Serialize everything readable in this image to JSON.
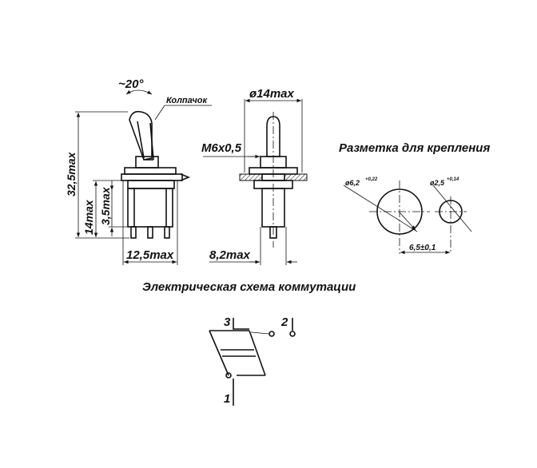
{
  "labels": {
    "angle": "~20°",
    "cap": "Колпачок",
    "height_total": "32,5max",
    "height_body": "14max",
    "height_small": "3,5max",
    "width_front": "12,5max",
    "diameter_top": "ø14max",
    "thread": "M6x0,5",
    "width_side": "8,2max"
  },
  "mounting": {
    "title": "Разметка для крепления",
    "hole_large": "ø6,2",
    "hole_large_tol": "+0,22",
    "hole_small": "ø2,5",
    "hole_small_tol": "+0,14",
    "spacing": "6,5±0,1"
  },
  "schematic": {
    "title": "Электрическая схема коммутации",
    "terminal_1": "1",
    "terminal_2": "2",
    "terminal_3": "3"
  }
}
